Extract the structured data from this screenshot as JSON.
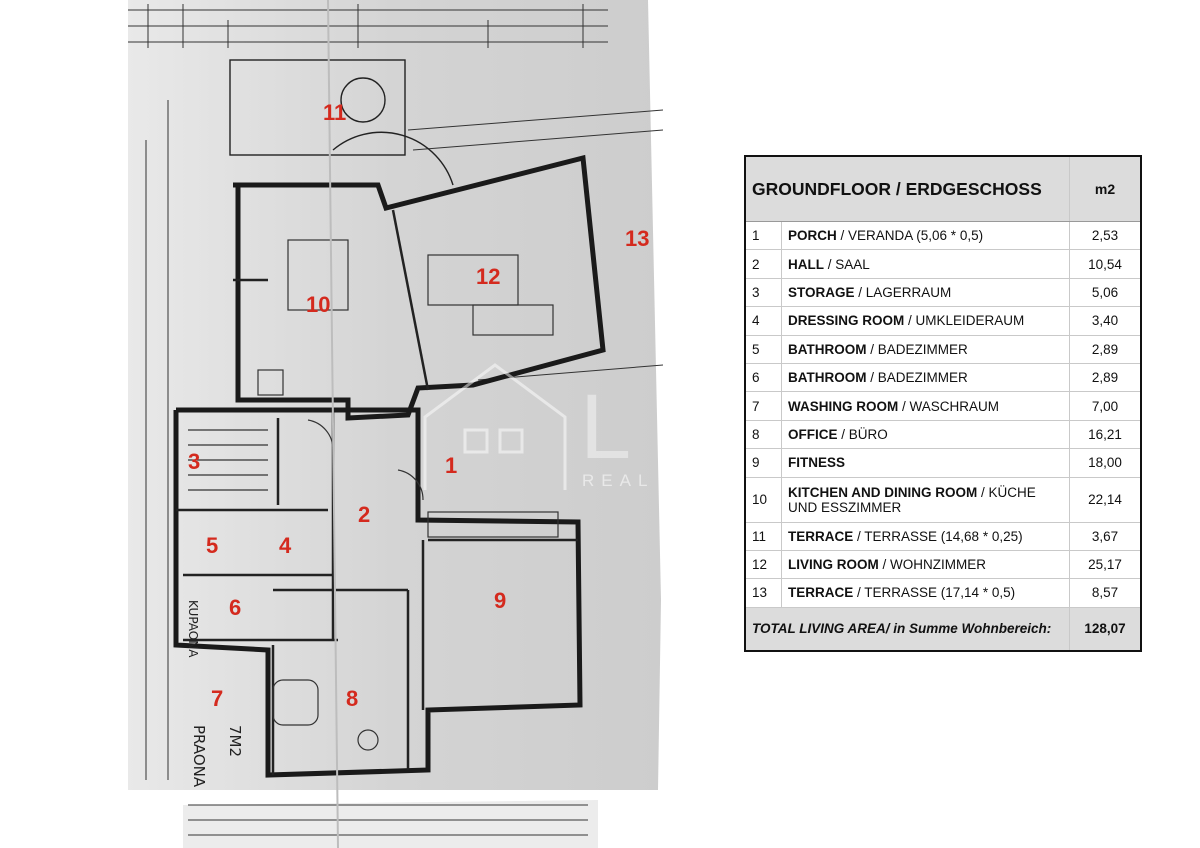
{
  "plan": {
    "room_numbers": [
      "1",
      "2",
      "3",
      "4",
      "5",
      "6",
      "7",
      "8",
      "9",
      "10",
      "11",
      "12",
      "13"
    ],
    "handwritten_labels": [
      "KUPAONA",
      "PRAONA",
      "7M2"
    ],
    "watermark": {
      "brand": "LUX",
      "sub": "REAL ESTATE"
    }
  },
  "table": {
    "heading": "GROUNDFLOOR / ERDGESCHOSS",
    "unit": "m2",
    "rows": [
      {
        "no": "1",
        "en": "PORCH",
        "de": " / VERANDA (5,06 * 0,5)",
        "area": "2,53"
      },
      {
        "no": "2",
        "en": "HALL",
        "de": " / SAAL",
        "area": "10,54"
      },
      {
        "no": "3",
        "en": "STORAGE",
        "de": " / LAGERRAUM",
        "area": "5,06"
      },
      {
        "no": "4",
        "en": "DRESSING ROOM",
        "de": " / UMKLEIDERAUM",
        "area": "3,40"
      },
      {
        "no": "5",
        "en": "BATHROOM",
        "de": " / BADEZIMMER",
        "area": "2,89"
      },
      {
        "no": "6",
        "en": "BATHROOM",
        "de": " / BADEZIMMER",
        "area": "2,89"
      },
      {
        "no": "7",
        "en": "WASHING ROOM",
        "de": " / WASCHRAUM",
        "area": "7,00"
      },
      {
        "no": "8",
        "en": "OFFICE",
        "de": " / BÜRO",
        "area": "16,21"
      },
      {
        "no": "9",
        "en": "FITNESS",
        "de": "",
        "area": "18,00"
      },
      {
        "no": "10",
        "en": "KITCHEN AND DINING ROOM",
        "de": " / KÜCHE UND ESSZIMMER",
        "area": "22,14"
      },
      {
        "no": "11",
        "en": "TERRACE",
        "de": " / TERRASSE (14,68 * 0,25)",
        "area": "3,67"
      },
      {
        "no": "12",
        "en": "LIVING ROOM",
        "de": " / WOHNZIMMER",
        "area": "25,17"
      },
      {
        "no": "13",
        "en": "TERRACE",
        "de": " / TERRASSE (17,14 * 0,5)",
        "area": "8,57"
      }
    ],
    "total": {
      "label": "TOTAL LIVING AREA/ in Summe Wohnbereich:",
      "value": "128,07"
    }
  }
}
